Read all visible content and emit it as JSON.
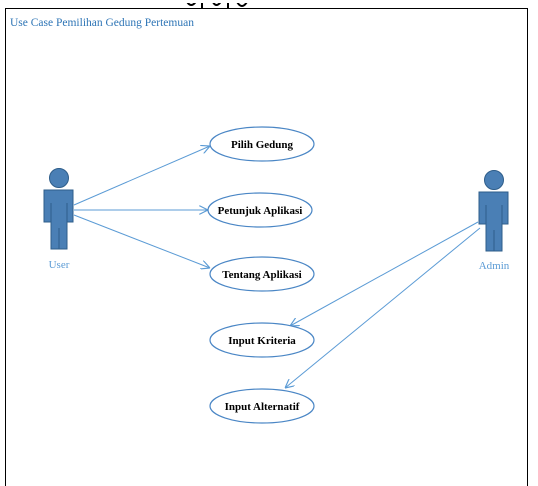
{
  "diagram": {
    "title": "Use Case Pemilihan Gedung Pertemuan",
    "actors": [
      {
        "id": "user",
        "label": "User"
      },
      {
        "id": "admin",
        "label": "Admin"
      }
    ],
    "use_cases": [
      {
        "id": "pilih-gedung",
        "label": "Pilih Gedung"
      },
      {
        "id": "petunjuk-aplikasi",
        "label": "Petunjuk Aplikasi"
      },
      {
        "id": "tentang-aplikasi",
        "label": "Tentang Aplikasi"
      },
      {
        "id": "input-kriteria",
        "label": "Input Kriteria"
      },
      {
        "id": "input-alternatif",
        "label": "Input Alternatif"
      }
    ],
    "associations": [
      {
        "from": "user",
        "to": "pilih-gedung"
      },
      {
        "from": "user",
        "to": "petunjuk-aplikasi"
      },
      {
        "from": "user",
        "to": "tentang-aplikasi"
      },
      {
        "from": "admin",
        "to": "input-kriteria"
      },
      {
        "from": "admin",
        "to": "input-alternatif"
      }
    ]
  },
  "colors": {
    "line": "#5b9bd5",
    "actor_fill": "#4a7fb5",
    "actor_stroke": "#2e5d8a",
    "usecase_stroke": "#4a86c5",
    "title_text": "#2e75b6"
  }
}
